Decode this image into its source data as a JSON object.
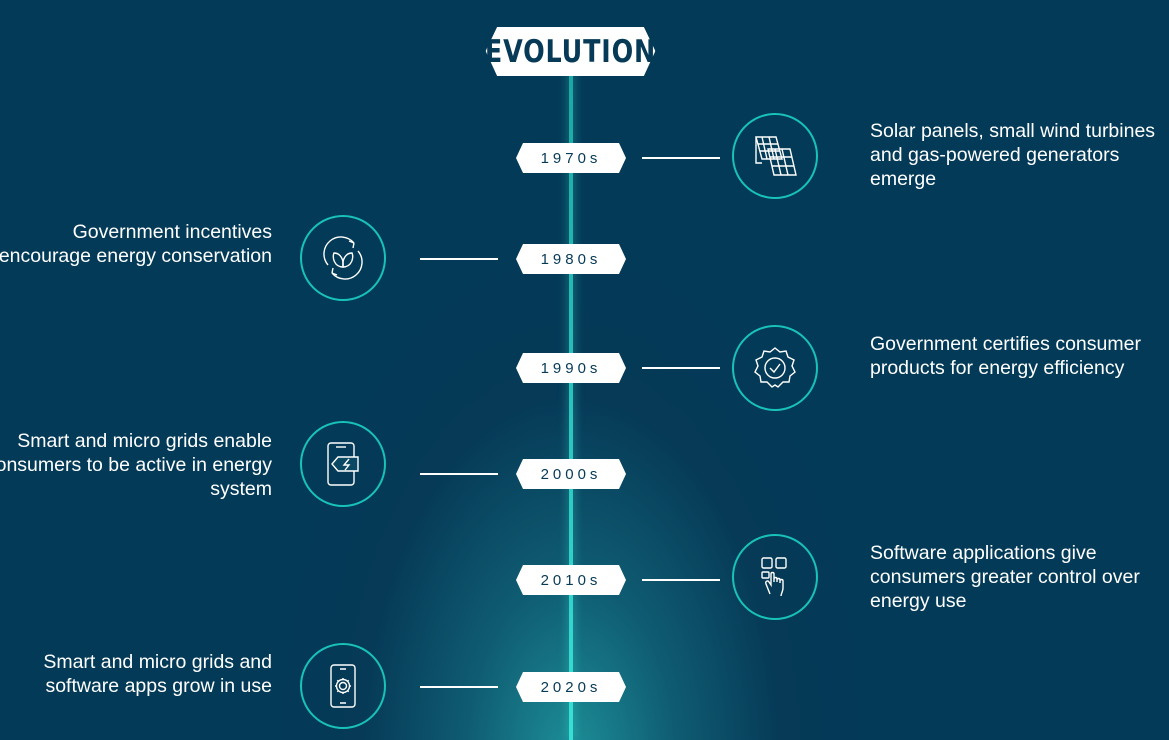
{
  "title": "EVOLUTION",
  "events": [
    {
      "year": "1970s",
      "side": "right",
      "icon": "solar-panel-icon",
      "text": "Solar panels, small wind turbines and gas-powered generators emerge"
    },
    {
      "year": "1980s",
      "side": "left",
      "icon": "leaf-cycle-icon",
      "text": "Government incentives encourage energy conservation"
    },
    {
      "year": "1990s",
      "side": "right",
      "icon": "certified-badge-icon",
      "text": "Government certifies consumer products for energy efficiency"
    },
    {
      "year": "2000s",
      "side": "left",
      "icon": "phone-energy-icon",
      "text": "Smart and micro grids enable consumers to be active in energy system"
    },
    {
      "year": "2010s",
      "side": "right",
      "icon": "touch-apps-icon",
      "text": "Software applications give consumers greater control over energy use"
    },
    {
      "year": "2020s",
      "side": "left",
      "icon": "phone-settings-icon",
      "text": "Smart and micro grids and software apps grow in use"
    }
  ],
  "colors": {
    "background": "#033a57",
    "accent": "#19c2b8",
    "badge": "#ffffff"
  }
}
